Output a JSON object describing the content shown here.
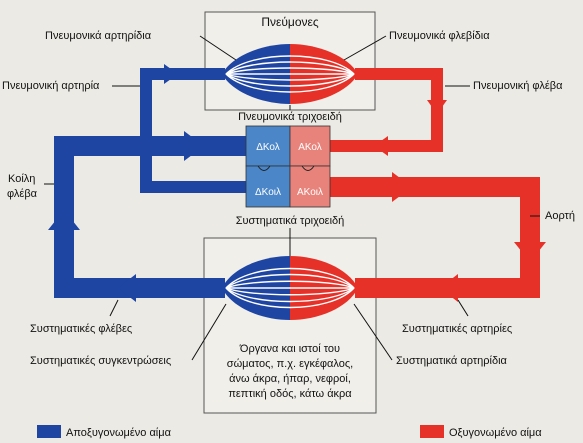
{
  "colors": {
    "deoxygenated": "#1f45a3",
    "oxygenated": "#e63128",
    "box_fill": "#f1efea",
    "right_heart": "#4a86c8",
    "left_heart": "#e8837b"
  },
  "lungs": {
    "title": "Πνεύμονες"
  },
  "labels": {
    "pulmonary_arterioles": "Πνευμονικά αρτηρίδια",
    "pulmonary_venules": "Πνευμονικά φλεβίδια",
    "pulmonary_artery": "Πνευμονική αρτηρία",
    "pulmonary_vein": "Πνευμονική φλέβα",
    "pulmonary_capillaries": "Πνευμονικά τριχοειδή",
    "vena_cava_line1": "Κοίλη",
    "vena_cava_line2": "φλέβα",
    "aorta": "Αορτή",
    "systemic_capillaries": "Συστηματικά τριχοειδή",
    "systemic_veins": "Συστηματικές φλέβες",
    "systemic_arteries": "Συστηματικές αρτηρίες",
    "systemic_venules": "Συστηματικές συγκεντρώσεις",
    "systemic_arterioles": "Συστηματικά αρτηρίδια"
  },
  "heart": {
    "right_atrium": "ΔΚολ",
    "left_atrium": "ΑΚολ",
    "right_ventricle": "ΔΚοιλ",
    "left_ventricle": "ΑΚοιλ"
  },
  "organs": {
    "line1": "Όργανα και ιστοί του",
    "line2": "σώματος, π.χ. εγκέφαλος,",
    "line3": "άνω άκρα, ήπαρ, νεφροί,",
    "line4": "πεπτική οδός, κάτω άκρα"
  },
  "legend": {
    "deoxygenated": "Αποξυγονωμένο αίμα",
    "oxygenated": "Οξυγονωμένο αίμα"
  }
}
